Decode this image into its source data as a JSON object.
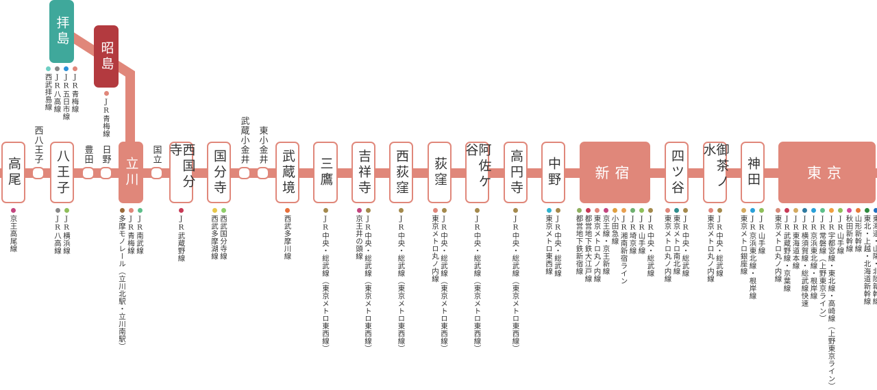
{
  "colors": {
    "line": "#e0877a",
    "haijima": "#3fa89b",
    "akishima": "#b33a3f"
  },
  "branch": [
    {
      "name": "拝島",
      "lines": [
        {
          "name": "JR青梅線",
          "color": "#e0877a"
        },
        {
          "name": "JR五日市線",
          "color": "#2a90d8"
        },
        {
          "name": "JR八高線",
          "color": "#888888"
        },
        {
          "name": "西武拝島線",
          "color": "#6fcfc4"
        }
      ]
    },
    {
      "name": "昭島",
      "lines": [
        {
          "name": "JR青梅線",
          "color": "#e0877a"
        }
      ]
    }
  ],
  "stations": [
    {
      "name": "高尾",
      "type": "major",
      "lines": [
        {
          "name": "京王高尾線",
          "color": "#c4457f"
        }
      ]
    },
    {
      "name": "西八王子",
      "type": "minor",
      "lines": []
    },
    {
      "name": "八王子",
      "type": "major",
      "lines": [
        {
          "name": "JR横浜線",
          "color": "#8fbf5a"
        },
        {
          "name": "JR八高線",
          "color": "#888888"
        }
      ]
    },
    {
      "name": "豊田",
      "type": "minor",
      "lines": []
    },
    {
      "name": "日野",
      "type": "minor",
      "lines": []
    },
    {
      "name": "立川",
      "type": "highlight",
      "lines": [
        {
          "name": "JR南武線",
          "color": "#5dbf8a"
        },
        {
          "name": "JR青梅線",
          "color": "#e0877a"
        },
        {
          "name": "多摩モノレール（立川北駅・立川南駅）",
          "color": "#9a6a3a"
        }
      ]
    },
    {
      "name": "国立",
      "type": "minor",
      "lines": []
    },
    {
      "name": "西国分寺",
      "type": "major",
      "lines": [
        {
          "name": "JR武蔵野線",
          "color": "#c83a56"
        }
      ]
    },
    {
      "name": "国分寺",
      "type": "major",
      "lines": [
        {
          "name": "西武国分寺線",
          "color": "#8fcf6a"
        },
        {
          "name": "西武多摩湖線",
          "color": "#e8c84a"
        }
      ]
    },
    {
      "name": "武蔵小金井",
      "type": "minor",
      "lines": []
    },
    {
      "name": "東小金井",
      "type": "minor",
      "lines": []
    },
    {
      "name": "武蔵境",
      "type": "major",
      "lines": [
        {
          "name": "西武多摩川線",
          "color": "#e8703a"
        }
      ]
    },
    {
      "name": "三鷹",
      "type": "major",
      "lines": [
        {
          "name": "JR中央・総武線（東京メトロ東西線）",
          "color": "#a48a4d"
        }
      ]
    },
    {
      "name": "吉祥寺",
      "type": "major",
      "lines": [
        {
          "name": "JR中央・総武線（東京メトロ東西線）",
          "color": "#a48a4d"
        },
        {
          "name": "京王井の頭線",
          "color": "#c4457f"
        }
      ]
    },
    {
      "name": "西荻窪",
      "type": "major",
      "lines": [
        {
          "name": "JR中央・総武線（東京メトロ東西線）",
          "color": "#a48a4d"
        }
      ]
    },
    {
      "name": "荻窪",
      "type": "major",
      "lines": [
        {
          "name": "JR中央・総武線（東京メトロ東西線）",
          "color": "#a48a4d"
        },
        {
          "name": "東京メトロ丸ノ内線",
          "color": "#e0877a"
        }
      ]
    },
    {
      "name": "阿佐ケ谷",
      "type": "major",
      "lines": [
        {
          "name": "JR中央・総武線（東京メトロ東西線）",
          "color": "#a48a4d"
        }
      ]
    },
    {
      "name": "高円寺",
      "type": "major",
      "lines": [
        {
          "name": "JR中央・総武線（東京メトロ東西線）",
          "color": "#a48a4d"
        }
      ]
    },
    {
      "name": "中野",
      "type": "major",
      "lines": [
        {
          "name": "JR中央・総武線",
          "color": "#a48a4d"
        },
        {
          "name": "東京メトロ東西線",
          "color": "#2fb4d0"
        }
      ]
    },
    {
      "name": "新宿",
      "type": "highlight",
      "lines": [
        {
          "name": "JR中央・総武線",
          "color": "#a48a4d"
        },
        {
          "name": "JR山手線",
          "color": "#8fbf5a"
        },
        {
          "name": "JR埼京線",
          "color": "#6fb070"
        },
        {
          "name": "JR湘南新宿ライン",
          "color": "#e8a050"
        },
        {
          "name": "小田急線",
          "color": "#e0a040"
        },
        {
          "name": "京王線・京王新線",
          "color": "#c4457f"
        },
        {
          "name": "東京メトロ丸ノ内線",
          "color": "#e0877a"
        },
        {
          "name": "都営地下鉄大江戸線",
          "color": "#c83a56"
        },
        {
          "name": "都営地下鉄新宿線",
          "color": "#8fb060"
        }
      ]
    },
    {
      "name": "四ツ谷",
      "type": "major",
      "lines": [
        {
          "name": "JR中央・総武線",
          "color": "#a48a4d"
        },
        {
          "name": "東京メトロ南北線",
          "color": "#2e8e8e"
        },
        {
          "name": "東京メトロ丸ノ内線",
          "color": "#e0877a"
        }
      ]
    },
    {
      "name": "御茶ノ水",
      "type": "major",
      "lines": [
        {
          "name": "JR中央・総武線",
          "color": "#a48a4d"
        },
        {
          "name": "東京メトロ丸ノ内線",
          "color": "#e0877a"
        }
      ]
    },
    {
      "name": "神田",
      "type": "major",
      "lines": [
        {
          "name": "JR山手線",
          "color": "#8fbf5a"
        },
        {
          "name": "JR京浜東北線・根岸線",
          "color": "#2aa0d8"
        },
        {
          "name": "東京メトロ銀座線",
          "color": "#d4aa60"
        }
      ]
    },
    {
      "name": "東京",
      "type": "highlight",
      "lines": [
        {
          "name": "東海道・山陽・北陸新幹線",
          "color": "#1f6fc0"
        },
        {
          "name": "東北・上越・北海道新幹線",
          "color": "#2e8b3e"
        },
        {
          "name": "山形新幹線",
          "color": "#e87a3a"
        },
        {
          "name": "秋田新幹線",
          "color": "#d44a9a"
        },
        {
          "name": "JR山手線",
          "color": "#8fbf5a"
        },
        {
          "name": "JR宇都宮線・東北線・高崎線（上野東京ライン）",
          "color": "#f0a040"
        },
        {
          "name": "JR常磐線（上野東京ライン）",
          "color": "#5dbf8a"
        },
        {
          "name": "JR京浜東北線・根岸線",
          "color": "#2aa0d8"
        },
        {
          "name": "JR横須賀線・総武線快速",
          "color": "#2e7aa0"
        },
        {
          "name": "JR東海道本線",
          "color": "#d4aa60"
        },
        {
          "name": "JR武蔵野線・京葉線",
          "color": "#c83a56"
        },
        {
          "name": "東京メトロ丸ノ内線",
          "color": "#d88a78"
        }
      ]
    }
  ]
}
